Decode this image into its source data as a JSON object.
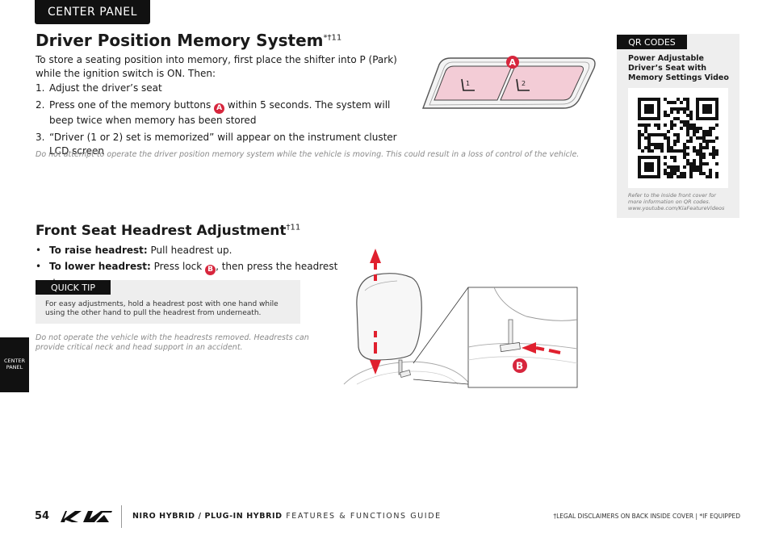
{
  "header": {
    "tab_label": "CENTER PANEL",
    "side_tab_line1": "CENTER",
    "side_tab_line2": "PANEL"
  },
  "memory": {
    "title": "Driver Position Memory System",
    "title_sup": "*†11",
    "intro": "To store a seating position into memory, first place the shifter into P (Park) while the ignition switch is ON. Then:",
    "steps": [
      {
        "num": "1.",
        "before": "Adjust the driver’s seat",
        "badge": "",
        "after": ""
      },
      {
        "num": "2.",
        "before": "Press one of the memory buttons",
        "badge": "A",
        "after": "within 5 seconds. The system will beep twice when memory has been stored"
      },
      {
        "num": "3.",
        "before": "“Driver (1 or 2) set is memorized” will appear on the instrument cluster LCD screen",
        "badge": "",
        "after": ""
      }
    ],
    "warning": "Do not attempt to operate the driver position memory system while the vehicle is moving. This could result in a loss of control of the vehicle.",
    "callout": "A",
    "button_1": "1",
    "button_2": "2"
  },
  "qr": {
    "tag": "QR CODES",
    "title": "Power Adjustable Driver’s Seat with Memory Settings Video",
    "note_line1": "Refer to the inside front cover for",
    "note_line2": "more information on QR codes.",
    "note_line3": "www.youtube.com/KiaFeatureVideos"
  },
  "headrest": {
    "title": "Front Seat Headrest Adjustment",
    "title_sup": "†11",
    "bullets": [
      {
        "label": "To raise headrest:",
        "text": " Pull headrest up.",
        "badge": "",
        "after": ""
      },
      {
        "label": "To lower headrest:",
        "text": " Press lock",
        "badge": "B",
        "after": ", then press the headrest down."
      }
    ],
    "tip_tag": "QUICK TIP",
    "tip": "For easy adjustments, hold a headrest post with one hand while using the other hand to pull the headrest from underneath.",
    "warning": "Do not operate the vehicle with the headrests removed. Headrests can provide critical neck and head support in an accident.",
    "callout": "B"
  },
  "footer": {
    "page": "54",
    "model": "NIRO HYBRID / PLUG-IN HYBRID",
    "guide": " FEATURES & FUNCTIONS GUIDE",
    "disclaimer": "†LEGAL DISCLAIMERS ON BACK INSIDE COVER   |   *IF EQUIPPED"
  },
  "colors": {
    "accent": "#d7263d",
    "dark": "#111111",
    "panel": "#eeeeee",
    "button_pink": "#f3ccd6"
  }
}
